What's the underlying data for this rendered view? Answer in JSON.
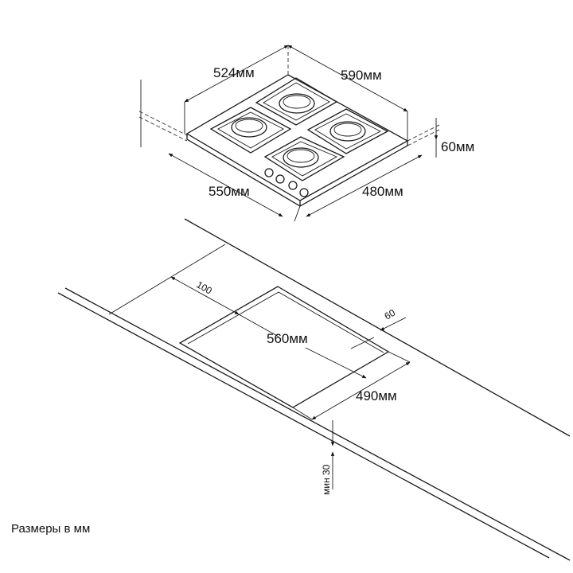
{
  "hob": {
    "width_label": "590мм",
    "depth_label": "524мм",
    "height_label": "60мм",
    "front_width_label": "550мм",
    "front_depth_label": "480мм"
  },
  "cutout": {
    "back_offset_label": "100",
    "side_offset_label": "60",
    "width_label": "560мм",
    "depth_label": "490мм",
    "min_thickness_label": "мин 30"
  },
  "caption": "Размеры в мм"
}
